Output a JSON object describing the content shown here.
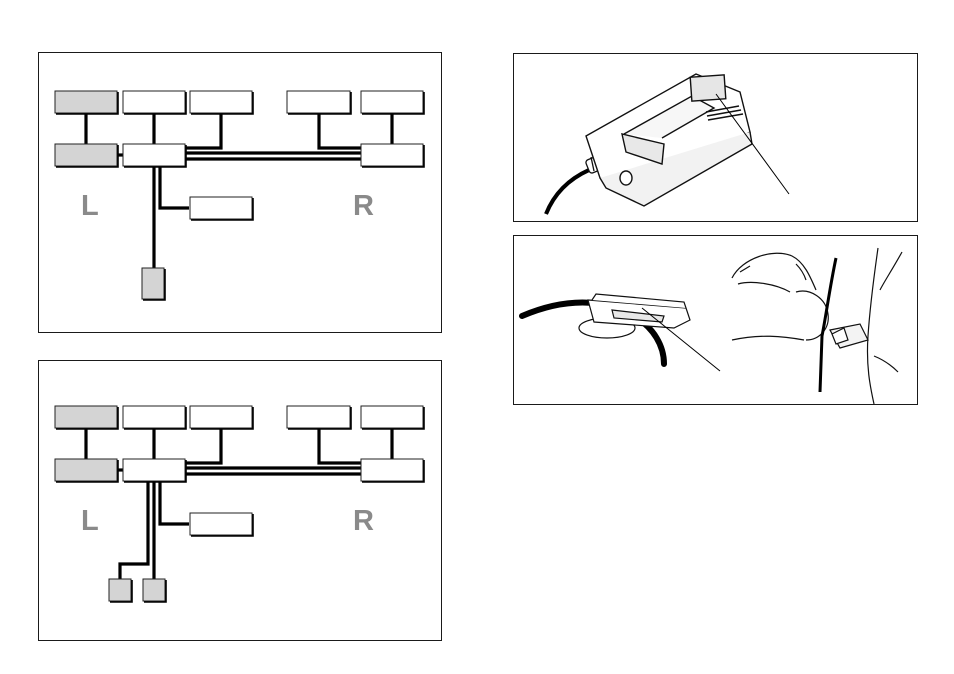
{
  "diagrams": [
    {
      "left_label": "L",
      "right_label": "R",
      "variant": "single-bottom-unit"
    },
    {
      "left_label": "L",
      "right_label": "R",
      "variant": "dual-bottom-unit"
    }
  ],
  "illustrations": [
    {
      "subject": "pager-unit-with-belt-clip-and-cable"
    },
    {
      "subject": "clip-microphone-attached-to-garment"
    }
  ],
  "colors": {
    "line": "#000000",
    "box_fill": "#ffffff",
    "box_shaded": "#d4d4d4",
    "letter": "#8a8a8a"
  }
}
